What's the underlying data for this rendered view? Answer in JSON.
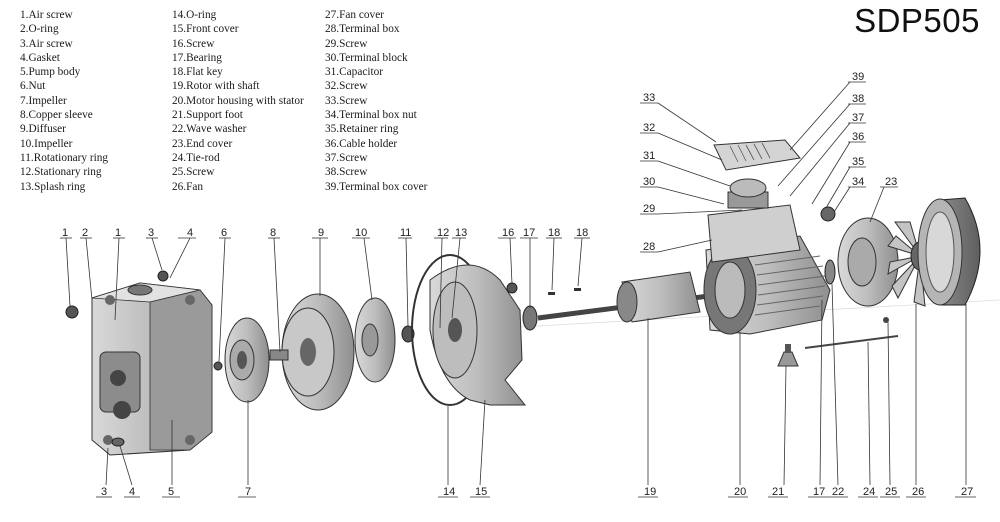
{
  "model": "SDP505",
  "legend": [
    "1.Air screw",
    "2.O-ring",
    "3.Air screw",
    "4.Gasket",
    "5.Pump body",
    "6.Nut",
    "7.Impeller",
    "8.Copper sleeve",
    "9.Diffuser",
    "10.Impeller",
    "11.Rotationary ring",
    "12.Stationary ring",
    "13.Splash ring",
    "14.O-ring",
    "15.Front cover",
    "16.Screw",
    "17.Bearing",
    "18.Flat key",
    "19.Rotor with shaft",
    "20.Motor housing with stator",
    "21.Support foot",
    "22.Wave washer",
    "23.End cover",
    "24.Tie-rod",
    "25.Screw",
    "26.Fan",
    "27.Fan cover",
    "28.Terminal box",
    "29.Screw",
    "30.Terminal block",
    "31.Capacitor",
    "32.Screw",
    "33.Screw",
    "34.Terminal box nut",
    "35.Retainer ring",
    "36.Cable holder",
    "37.Screw",
    "38.Screw",
    "39.Terminal box cover"
  ],
  "callouts_top": [
    "1",
    "2",
    "1",
    "3",
    "4",
    "6",
    "8",
    "9",
    "10",
    "11",
    "12",
    "13",
    "16",
    "17",
    "18",
    "18"
  ],
  "callouts_bottom": [
    "3",
    "4",
    "5",
    "7",
    "14",
    "15",
    "19",
    "20",
    "21",
    "17",
    "22",
    "24",
    "25",
    "26",
    "27"
  ],
  "callouts_right": [
    "39",
    "38",
    "37",
    "36",
    "35",
    "34",
    "23"
  ],
  "callouts_left": [
    "33",
    "32",
    "31",
    "30",
    "29",
    "28"
  ]
}
